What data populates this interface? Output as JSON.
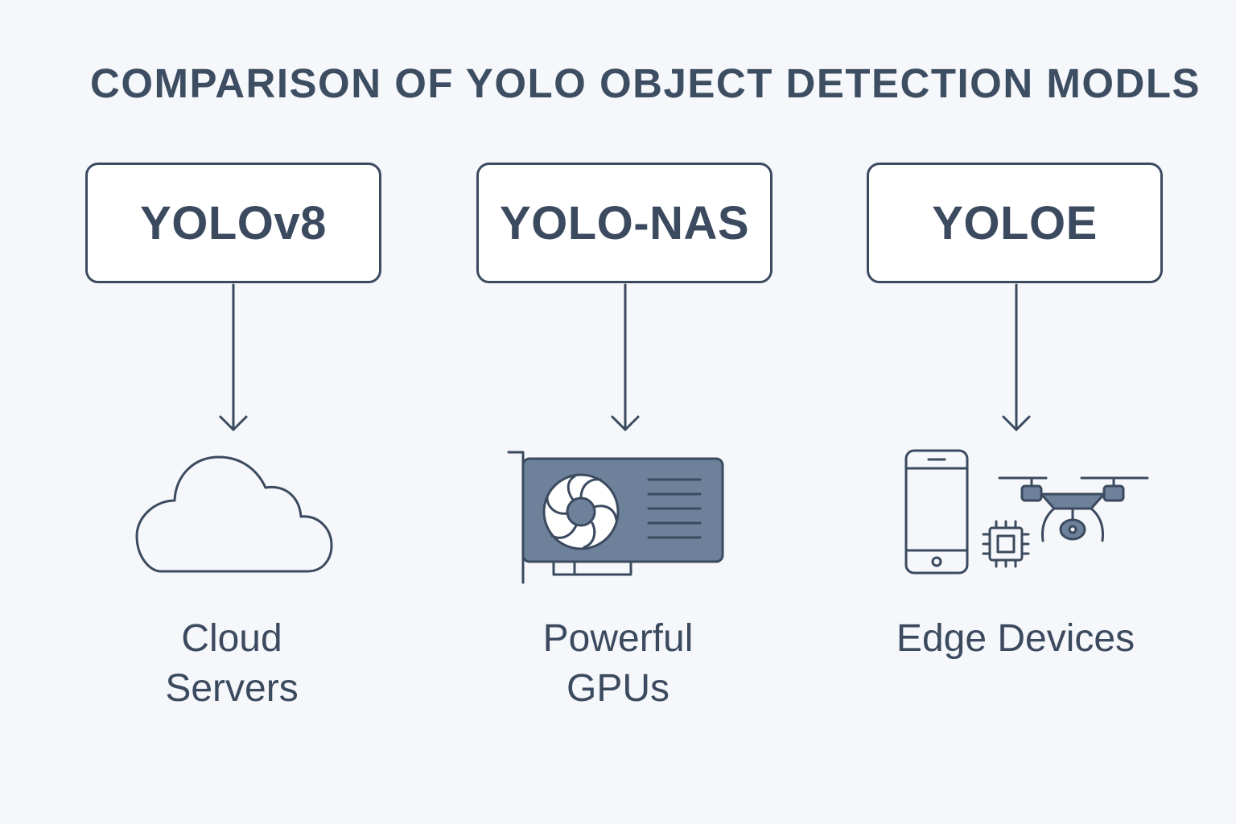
{
  "title": "COMPARISON OF YOLO OBJECT DETECTION MODLS",
  "columns": [
    {
      "model": "YOLOv8",
      "target_line1": "Cloud",
      "target_line2": "Servers",
      "icon": "cloud-icon"
    },
    {
      "model": "YOLO-NAS",
      "target_line1": "Powerful",
      "target_line2": "GPUs",
      "icon": "gpu-icon"
    },
    {
      "model": "YOLOE",
      "target_line1": "Edge Devices",
      "target_line2": "",
      "icon": "edge-devices-icon"
    }
  ],
  "colors": {
    "background": "#f5f7fa",
    "stroke": "#3b4a5e",
    "gpu_fill": "#6e819b",
    "box_fill": "#ffffff"
  }
}
